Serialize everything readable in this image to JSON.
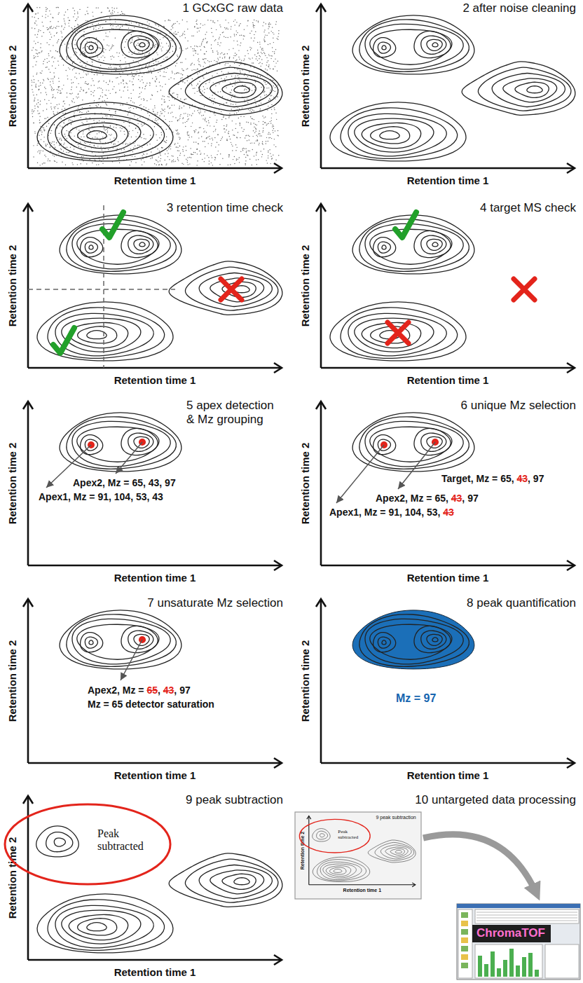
{
  "diagram": {
    "nodes": [
      {
        "text": [
          "Peak subtracted"
        ]
      },
      {
        "text": [
          "Peak subtracted"
        ]
      }
    ],
    "labels": [
      "1 GCxGC raw data",
      "Retention time 2",
      "Retention time 1",
      "2 after noise cleaning",
      "Retention time 2",
      "Retention time 1",
      "3 retention time check",
      "Retention time 2",
      "Retention time 1",
      "4 target MS check",
      "Retention time 2",
      "Retention time 1",
      "5 apex detection & Mz grouping",
      "Apex2, Mz = 65, 43, 97",
      "Apex1, Mz = 91, 104, 53, 43",
      "Retention time 2",
      "Retention time 1",
      "6 unique Mz selection",
      "Target, Mz = 65, 43, 97",
      "Apex2, Mz = 65, 43, 97",
      "Apex1, Mz = 91, 104, 53, 43",
      "Retention time 2",
      "Retention time 1",
      "7 unsaturate Mz selection",
      "Apex2, Mz = 65, 43, 97",
      "Mz = 65 detector saturation",
      "Retention time 2",
      "Retention time 1",
      "8 peak quantification",
      "Mz = 97",
      "Retention time 2",
      "Retention time 1",
      "9 peak subtraction",
      "Retention time 2",
      "Retention time 1",
      "10 untargeted data processing",
      "9 peak subtraction",
      "Retention time 2",
      "Retention time 1",
      "ChromaTOF"
    ]
  }
}
